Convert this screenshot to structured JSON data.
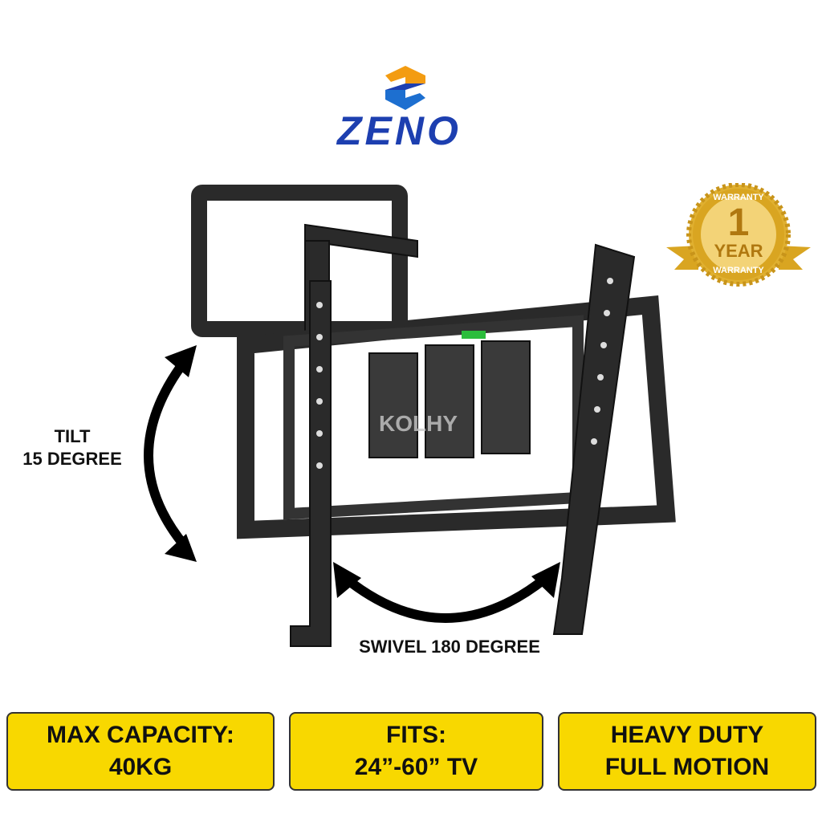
{
  "brand": {
    "name": "ZENO",
    "colors": {
      "primary": "#1d3fb0",
      "accent": "#f39c12"
    }
  },
  "watermark": "KOLHY",
  "badge": {
    "top": "WARRANTY",
    "number": "1",
    "unit": "YEAR",
    "bottom": "WARRANTY",
    "color": "#d9a521"
  },
  "annotations": {
    "tilt_line1": "TILT",
    "tilt_line2": "15 DEGREE",
    "swivel": "SWIVEL 180 DEGREE"
  },
  "features": [
    {
      "line1": "MAX CAPACITY:",
      "line2": "40KG"
    },
    {
      "line1": "FITS:",
      "line2": "24”-60” TV"
    },
    {
      "line1": "HEAVY DUTY",
      "line2": "FULL MOTION"
    }
  ],
  "box_color": "#f8d800"
}
